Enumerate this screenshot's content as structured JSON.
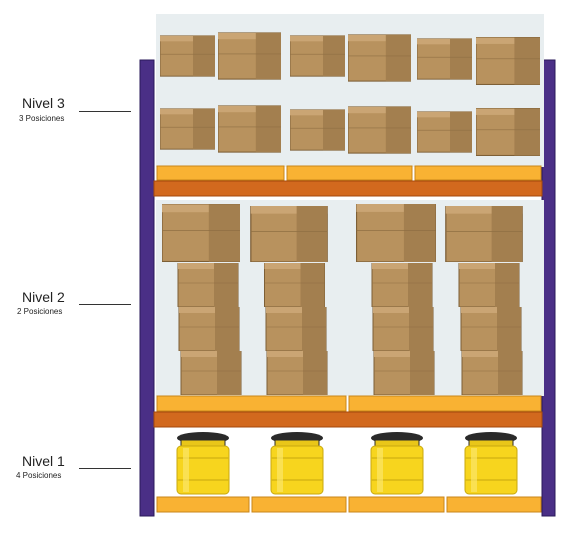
{
  "levels": [
    {
      "title": "Nivel 3",
      "subtitle": "3 Posiciones"
    },
    {
      "title": "Nivel 2",
      "subtitle": "2 Posiciones"
    },
    {
      "title": "Nivel 1",
      "subtitle": "4 Posiciones"
    }
  ],
  "colors": {
    "upright": "#4a2f86",
    "beam": "#d2691e",
    "pallet": "#f9b233",
    "box": "#b8925e",
    "drum": "#f7d51e"
  },
  "icons": {
    "box": "cardboard-box-icon",
    "drum": "yellow-drum-icon"
  }
}
